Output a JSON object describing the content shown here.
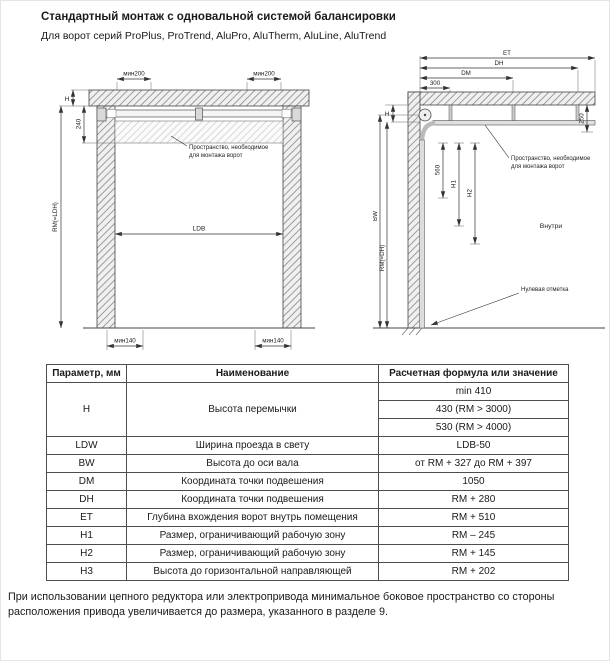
{
  "page": {
    "title": "Стандартный монтаж с одновальной системой балансировки",
    "subtitle": "Для ворот серий ProPlus, ProTrend, AluPro, AluTherm, AluLine, AluTrend",
    "footer": "При использовании цепного редуктора или электропривода минимальное боковое пространство со стороны расположения привода увеличивается до размера, указанного в разделе 9."
  },
  "front_view": {
    "dim_min200_left": "мин200",
    "dim_min200_right": "мин200",
    "dim_h": "H",
    "dim_240": "240",
    "dim_rm": "RM(=LDH)",
    "dim_ldb": "LDB",
    "dim_min140_left": "мин140",
    "dim_min140_right": "мин140",
    "annotation_line1": "Пространство, необходимое",
    "annotation_line2": "для монтажа ворот"
  },
  "side_view": {
    "dim_et": "ET",
    "dim_dh": "DH",
    "dim_dm": "DM",
    "dim_300": "300",
    "dim_h": "H",
    "dim_250": "250",
    "dim_560": "560",
    "dim_h1": "H1",
    "dim_h2": "H2",
    "dim_bw": "BW",
    "dim_rm": "RM(=DH)",
    "annotation_line1": "Пространство, необходимое",
    "annotation_line2": "для монтажа ворот",
    "label_inside": "Внутри",
    "label_zero": "Нулевая отметка"
  },
  "table": {
    "headers": [
      "Параметр, мм",
      "Наименование",
      "Расчетная формула или значение"
    ],
    "rows": [
      {
        "param": "H",
        "name": "Высота перемычки",
        "values": [
          "min 410",
          "430 (RM > 3000)",
          "530 (RM > 4000)"
        ]
      },
      {
        "param": "LDW",
        "name": "Ширина проезда в свету",
        "value": "LDB-50"
      },
      {
        "param": "BW",
        "name": "Высота до оси вала",
        "value": "от RM + 327 до RM + 397"
      },
      {
        "param": "DM",
        "name": "Координата точки подвешения",
        "value": "1050"
      },
      {
        "param": "DH",
        "name": "Координата точки подвешения",
        "value": "RM + 280"
      },
      {
        "param": "ET",
        "name": "Глубина вхождения ворот внутрь помещения",
        "value": "RM + 510"
      },
      {
        "param": "H1",
        "name": "Размер, ограничивающий рабочую зону",
        "value": "RM – 245"
      },
      {
        "param": "H2",
        "name": "Размер, ограничивающий рабочую зону",
        "value": "RM + 145"
      },
      {
        "param": "H3",
        "name": "Высота до горизонтальной направляющей",
        "value": "RM + 202"
      }
    ]
  }
}
